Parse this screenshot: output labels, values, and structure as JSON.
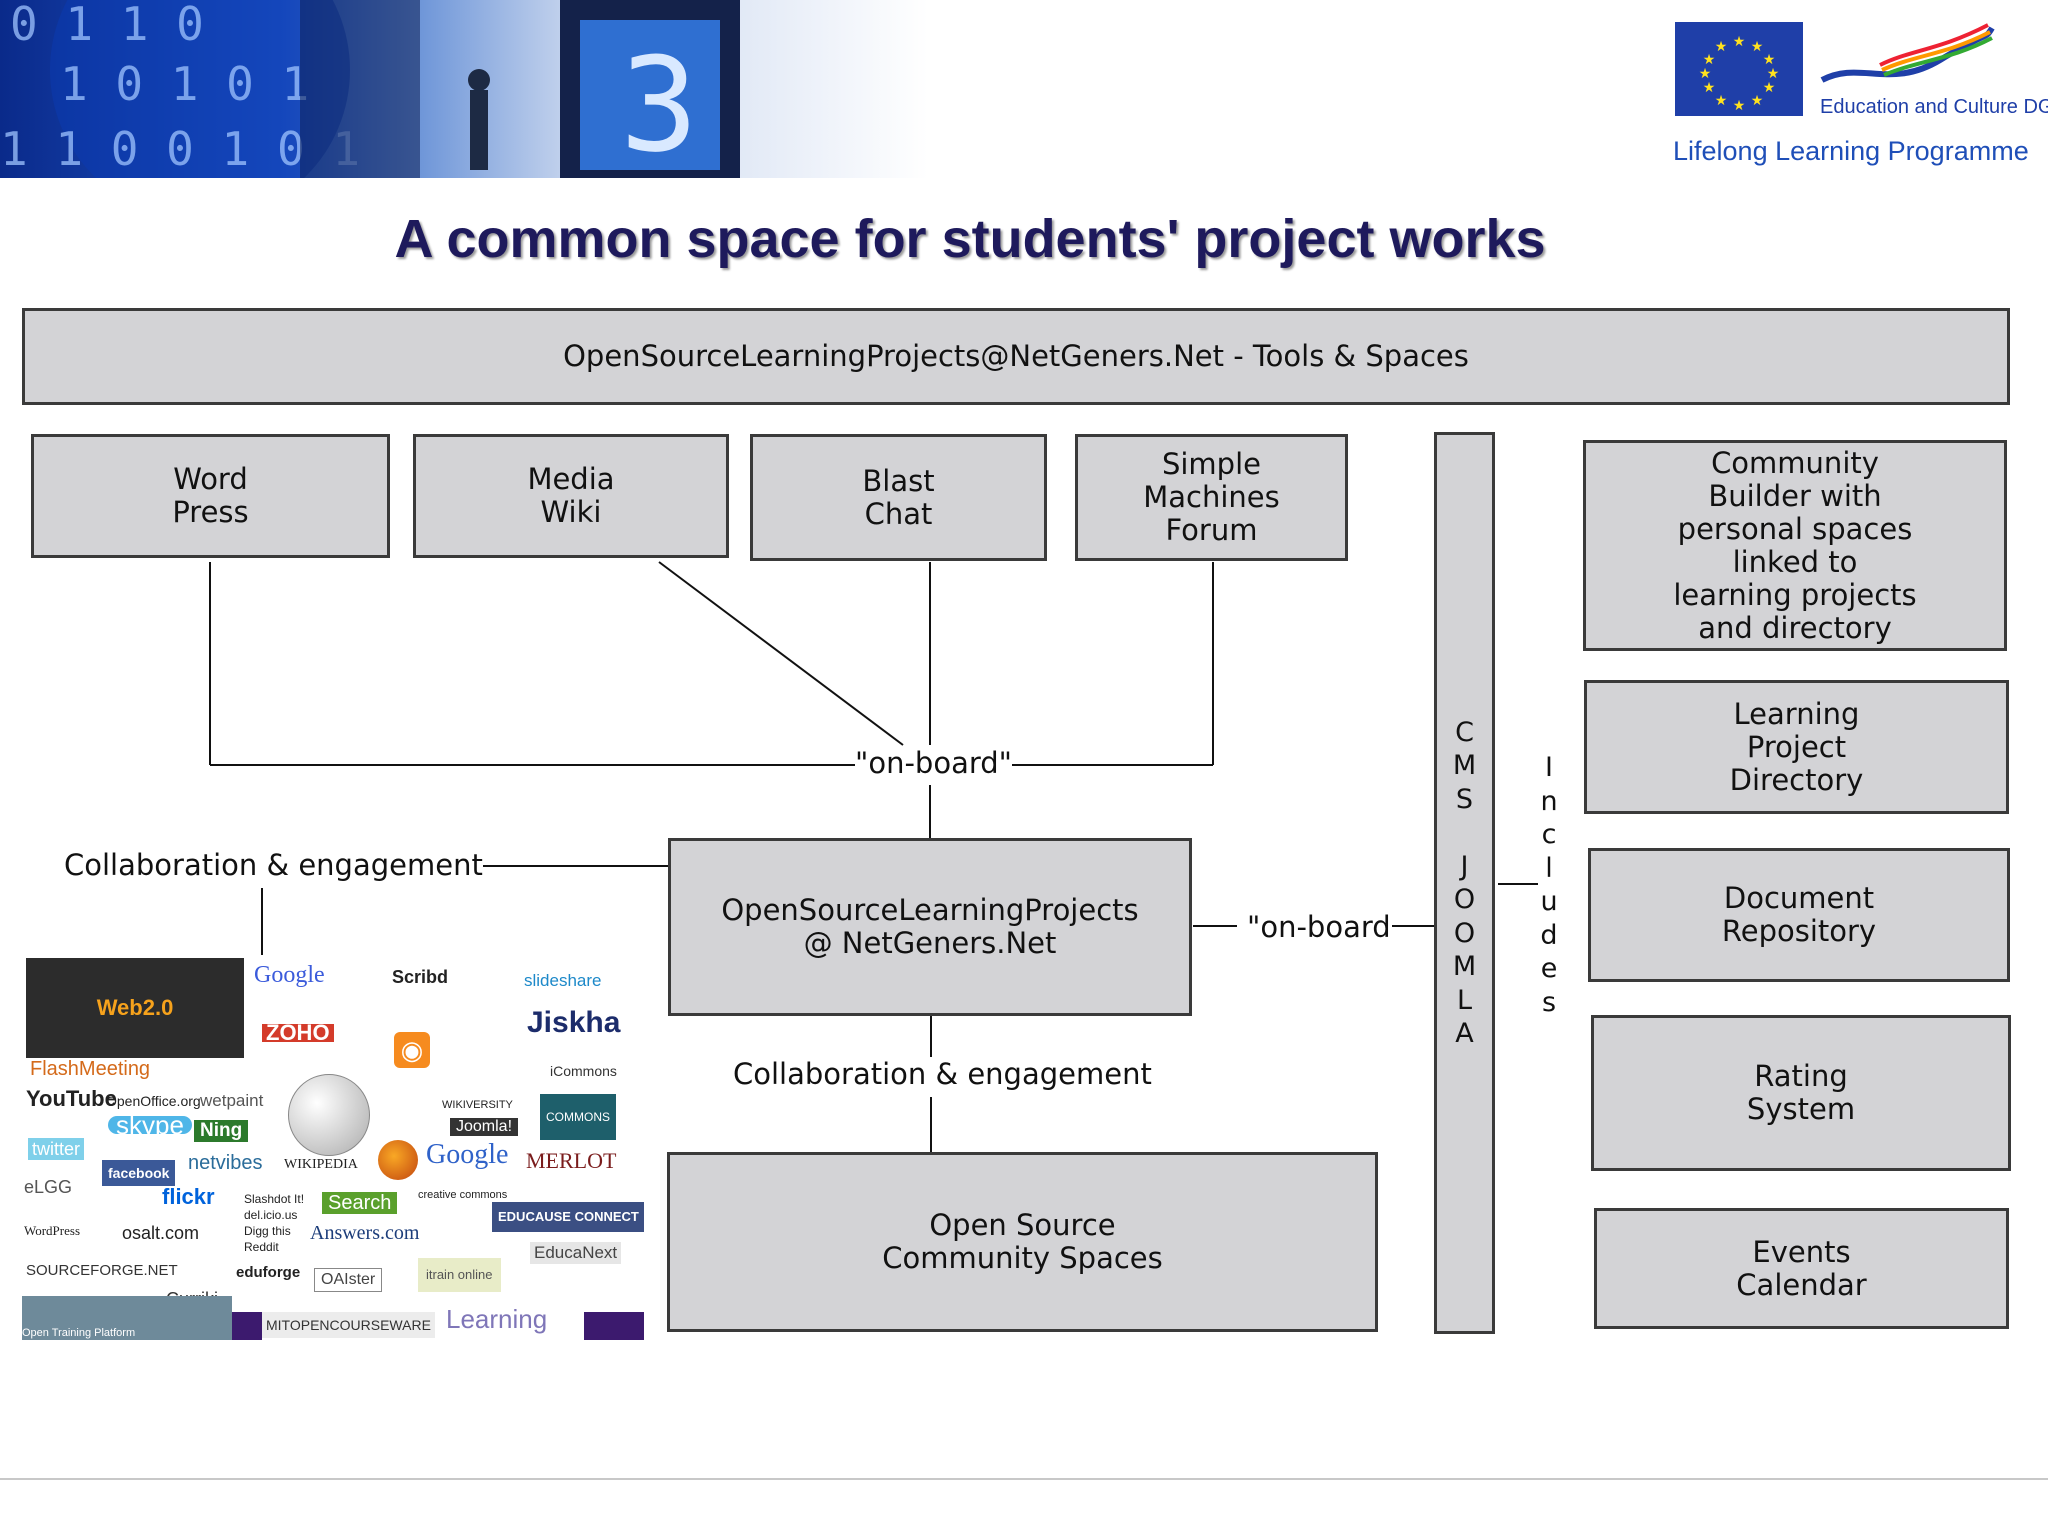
{
  "header": {
    "eu_caption": "Education and Culture DG",
    "programme": "Lifelong Learning Programme"
  },
  "title": "A common space for students' project works",
  "top_bar": "OpenSourceLearningProjects@NetGeners.Net - Tools & Spaces",
  "tools": {
    "wordpress": "Word\nPress",
    "mediawiki": "Media\nWiki",
    "blastchat": "Blast\nChat",
    "smf": "Simple\nMachines\nForum"
  },
  "onboard_label": "\"on-board\"",
  "collab_left": "Collaboration & engagement",
  "center_box": "OpenSourceLearningProjects\n@ NetGeners.Net",
  "onboard_right": "\"on-board",
  "collab_center": "Collaboration & engagement",
  "community_spaces": "Open Source\nCommunity Spaces",
  "cms": "C\nM\nS\n\nJ\nO\nO\nM\nL\nA",
  "includes": "I\nn\nc\nl\nu\nd\ne\ns",
  "right_boxes": {
    "community_builder": "Community\nBuilder with\npersonal spaces\nlinked to\nlearning projects\nand directory",
    "directory": "Learning\nProject\nDirectory",
    "repository": "Document\nRepository",
    "rating": "Rating\nSystem",
    "events": "Events\nCalendar"
  },
  "collage": {
    "google": "Google",
    "scribd": "Scribd",
    "slideshare": "slideshare",
    "jiskha": "Jiskha",
    "zoho": "ZOHO",
    "flashmeeting": "FlashMeeting",
    "youtube": "YouTube",
    "openoffice": "OpenOffice.org",
    "wetpaint": "wetpaint",
    "skype": "skype",
    "ning": "Ning",
    "twitter": "twitter",
    "facebook": "facebook",
    "netvibes": "netvibes",
    "wikipedia": "WIKIPEDIA",
    "google2": "Google",
    "merlot": "MERLOT",
    "elgg": "eLGG",
    "flickr": "flickr",
    "search": "Search",
    "educause": "EDUCAUSE CONNECT",
    "wordpress": "WordPress",
    "osalt": "osalt.com",
    "answers": "Answers.com",
    "educanext": "EducaNext",
    "sourceforge": "SOURCEFORGE.NET",
    "eduforge": "eduforge",
    "oaister": "OAIster",
    "curriki": "Curriki",
    "mit": "MITOPENCOURSEWARE",
    "learning": "Learning",
    "opentraining": "Open Training Platform",
    "wikiversity": "WIKIVERSITY",
    "joomla": "Joomla!",
    "icommons": "iCommons",
    "ccommons": "creative commons",
    "ocw": "COMMONS",
    "itrain": "itrain online",
    "web20": "Web2.0",
    "slashdot": "Slashdot It!",
    "delicious": "del.icio.us",
    "digg": "Digg this",
    "reddit": "Reddit"
  }
}
